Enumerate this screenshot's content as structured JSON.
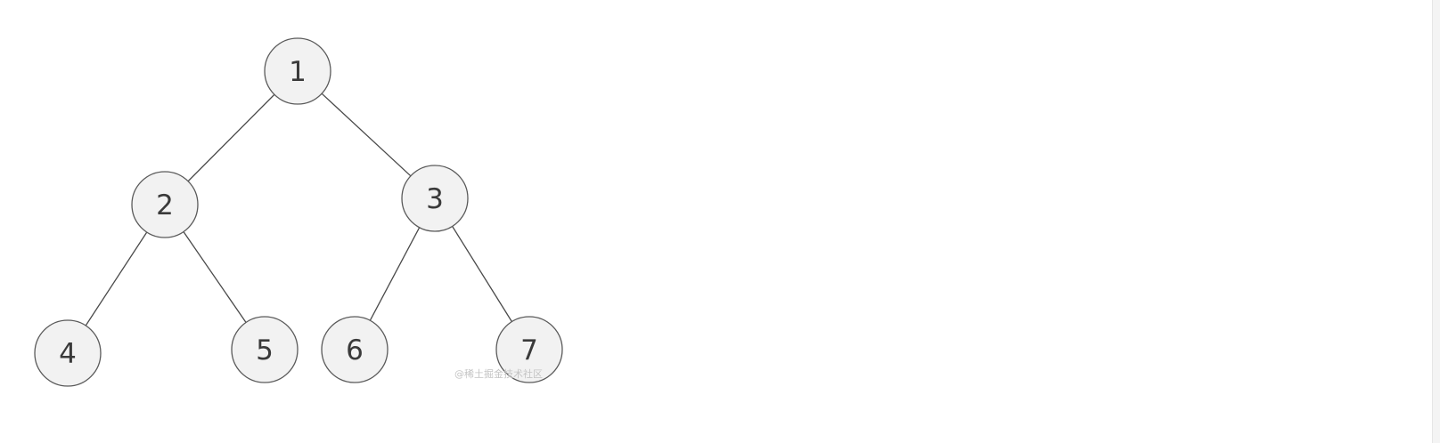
{
  "tree": {
    "nodes": [
      {
        "id": "n1",
        "label": "1"
      },
      {
        "id": "n2",
        "label": "2"
      },
      {
        "id": "n3",
        "label": "3"
      },
      {
        "id": "n4",
        "label": "4"
      },
      {
        "id": "n5",
        "label": "5"
      },
      {
        "id": "n6",
        "label": "6"
      },
      {
        "id": "n7",
        "label": "7"
      }
    ],
    "edges": [
      {
        "from": "n1",
        "to": "n2"
      },
      {
        "from": "n1",
        "to": "n3"
      },
      {
        "from": "n2",
        "to": "n4"
      },
      {
        "from": "n2",
        "to": "n5"
      },
      {
        "from": "n3",
        "to": "n6"
      },
      {
        "from": "n3",
        "to": "n7"
      }
    ]
  },
  "watermark": "@稀土掘金技术社区",
  "colors": {
    "node_fill": "#f2f2f2",
    "node_stroke": "#5a5a5a",
    "edge": "#4a4a4a",
    "text": "#3a3a3a"
  }
}
